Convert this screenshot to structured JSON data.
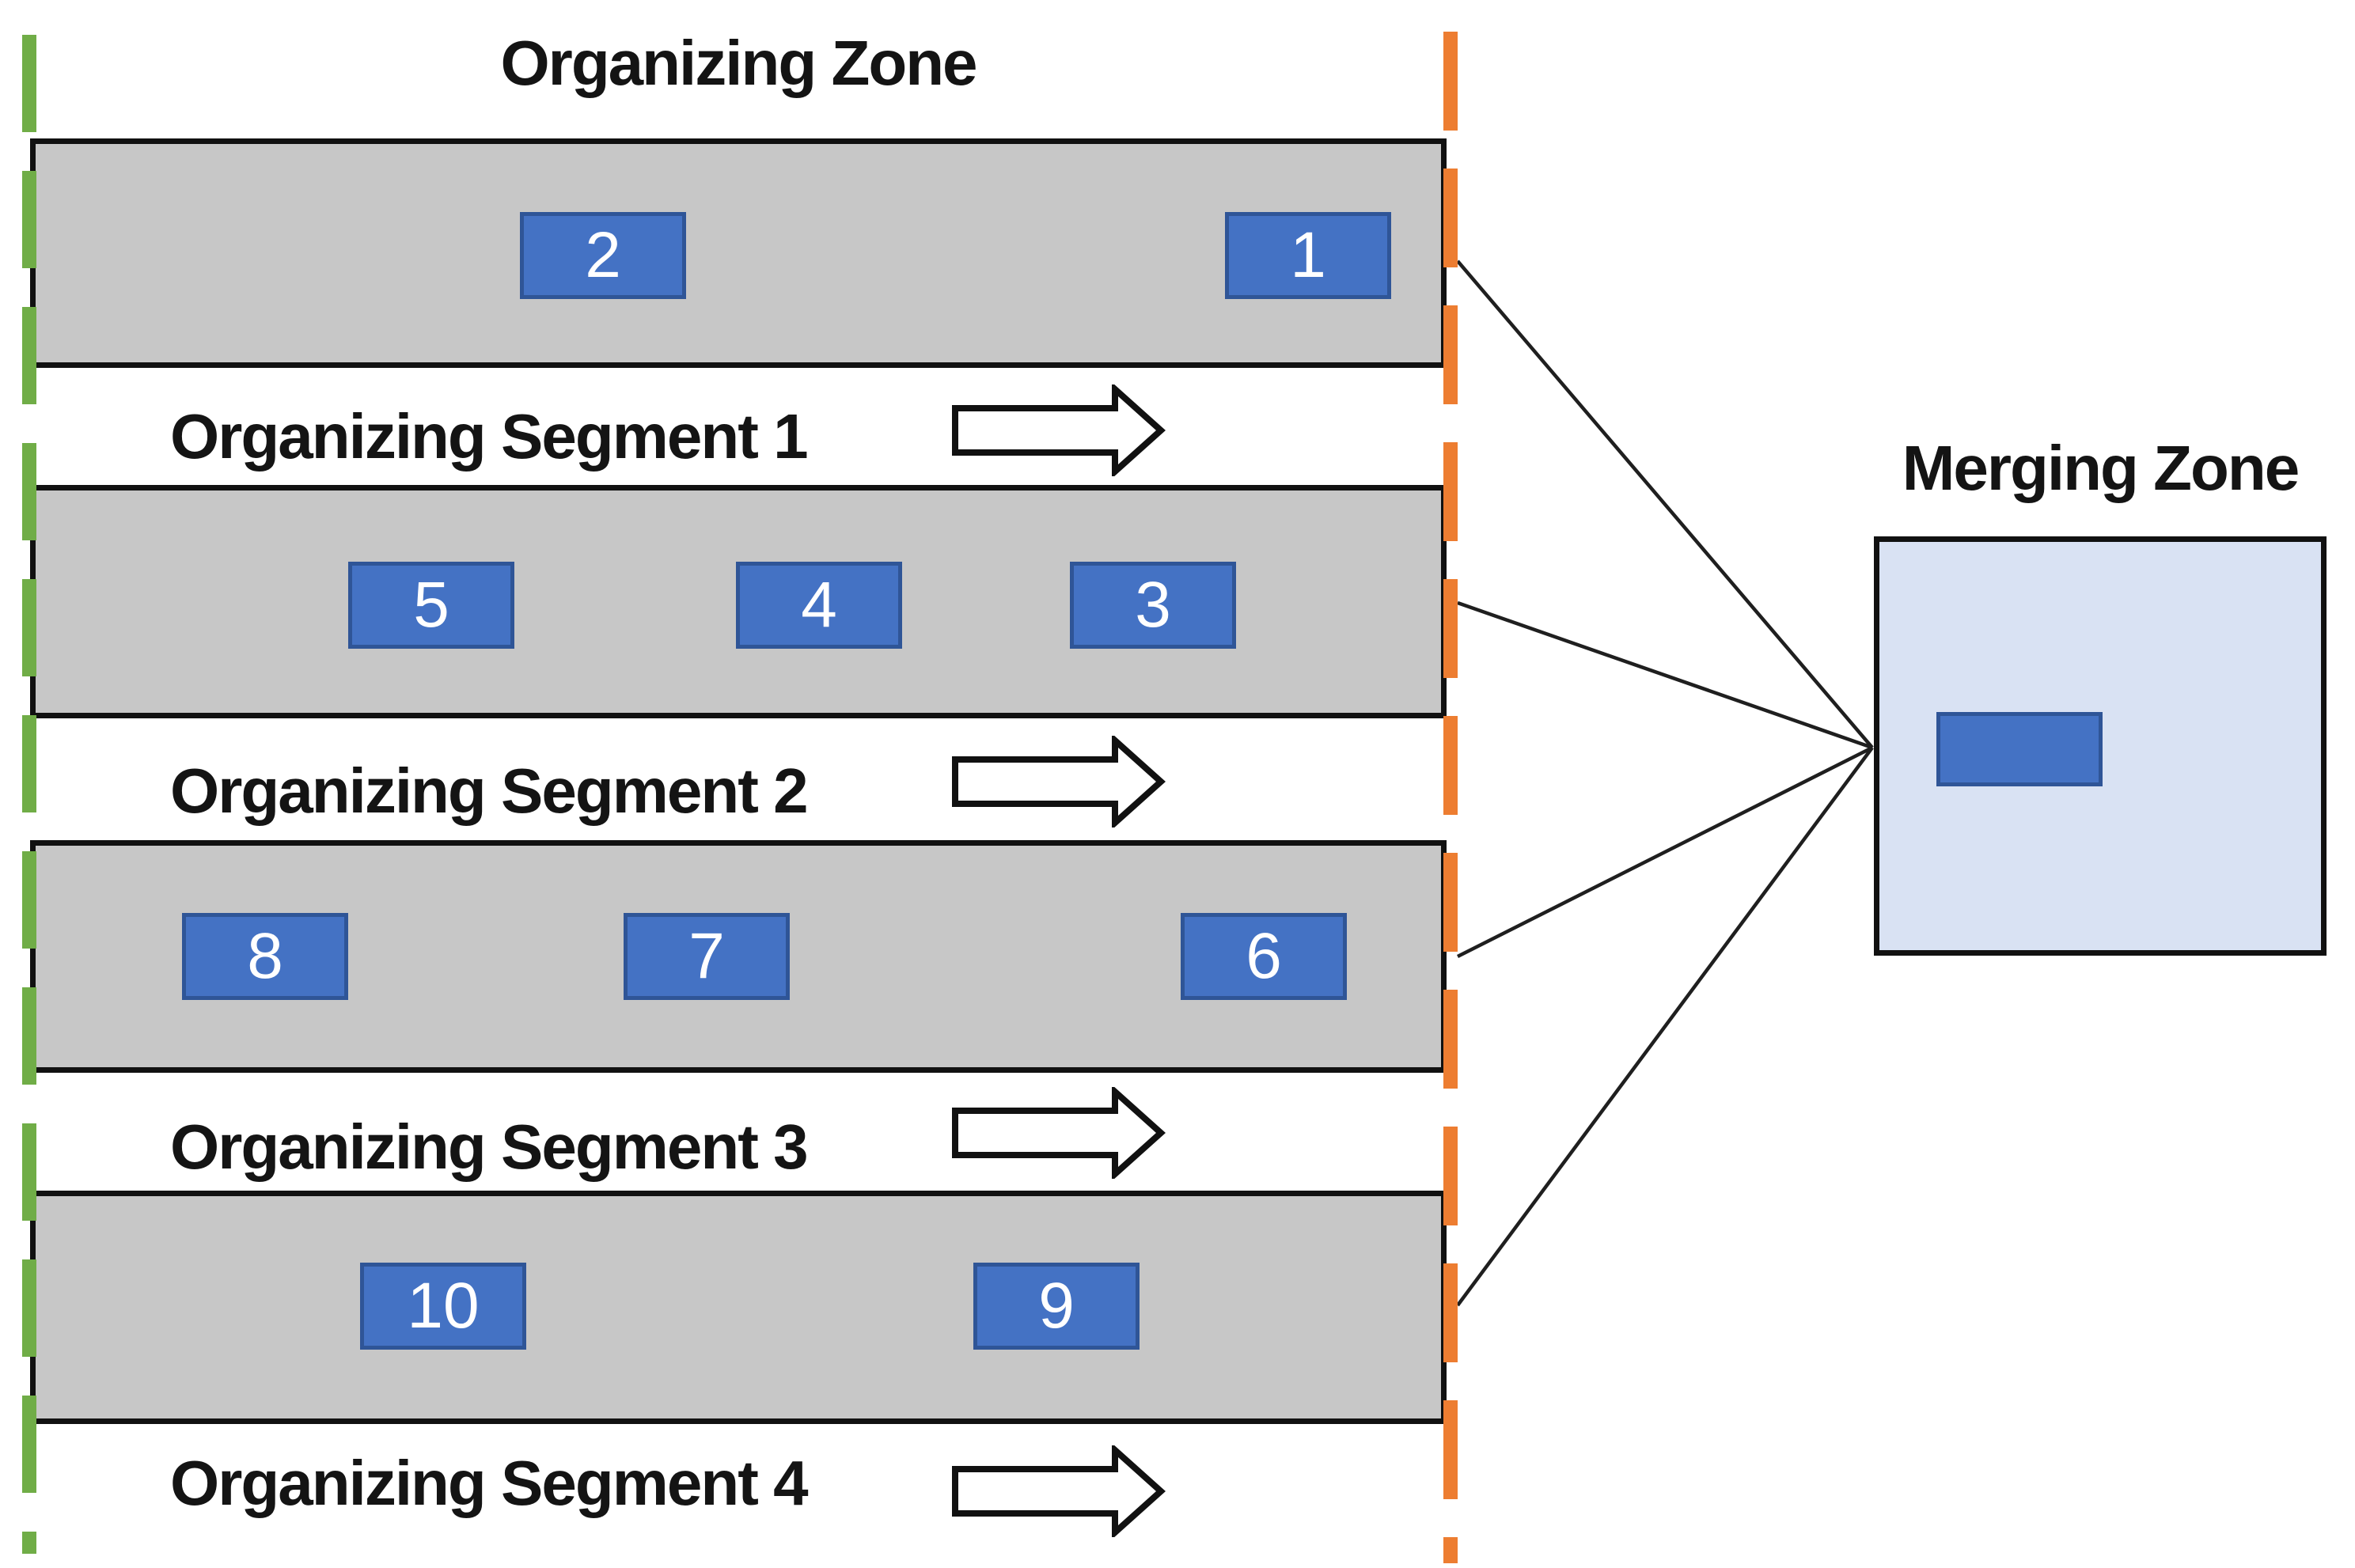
{
  "organizing_zone": {
    "title": "Organizing Zone"
  },
  "merging_zone": {
    "title": "Merging Zone"
  },
  "segments": [
    {
      "label": "Organizing Segment 1"
    },
    {
      "label": "Organizing Segment 2"
    },
    {
      "label": "Organizing Segment 3"
    },
    {
      "label": "Organizing Segment 4"
    }
  ],
  "vehicles": [
    "1",
    "2",
    "3",
    "4",
    "5",
    "6",
    "7",
    "8",
    "9",
    "10"
  ],
  "colors": {
    "vehicle_fill": "#4472C4",
    "vehicle_border": "#2F5597",
    "road_fill": "#C7C7C7",
    "merging_zone_fill": "#D9E2F3",
    "entry_boundary_green": "#70AD47",
    "exit_boundary_orange": "#ED7D31",
    "outline_black": "#111111"
  }
}
